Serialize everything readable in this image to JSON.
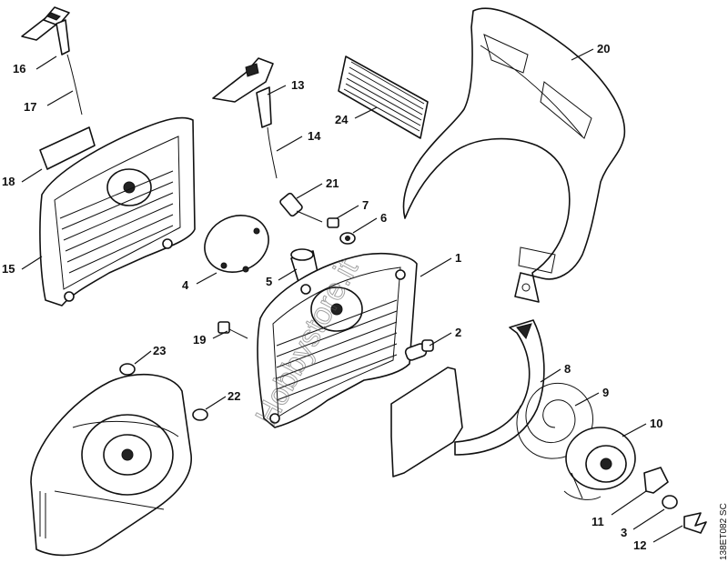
{
  "diagram": {
    "watermark": "Hobbystore.it",
    "drawing_code": "138ET082 SC",
    "callouts": {
      "c1": "1",
      "c2": "2",
      "c3": "3",
      "c4": "4",
      "c5": "5",
      "c6": "6",
      "c7": "7",
      "c8": "8",
      "c9": "9",
      "c10": "10",
      "c11": "11",
      "c12": "12",
      "c13": "13",
      "c14": "14",
      "c15": "15",
      "c16": "16",
      "c17": "17",
      "c18": "18",
      "c19": "19",
      "c20": "20",
      "c21": "21",
      "c22": "22",
      "c23": "23",
      "c24": "24"
    }
  }
}
